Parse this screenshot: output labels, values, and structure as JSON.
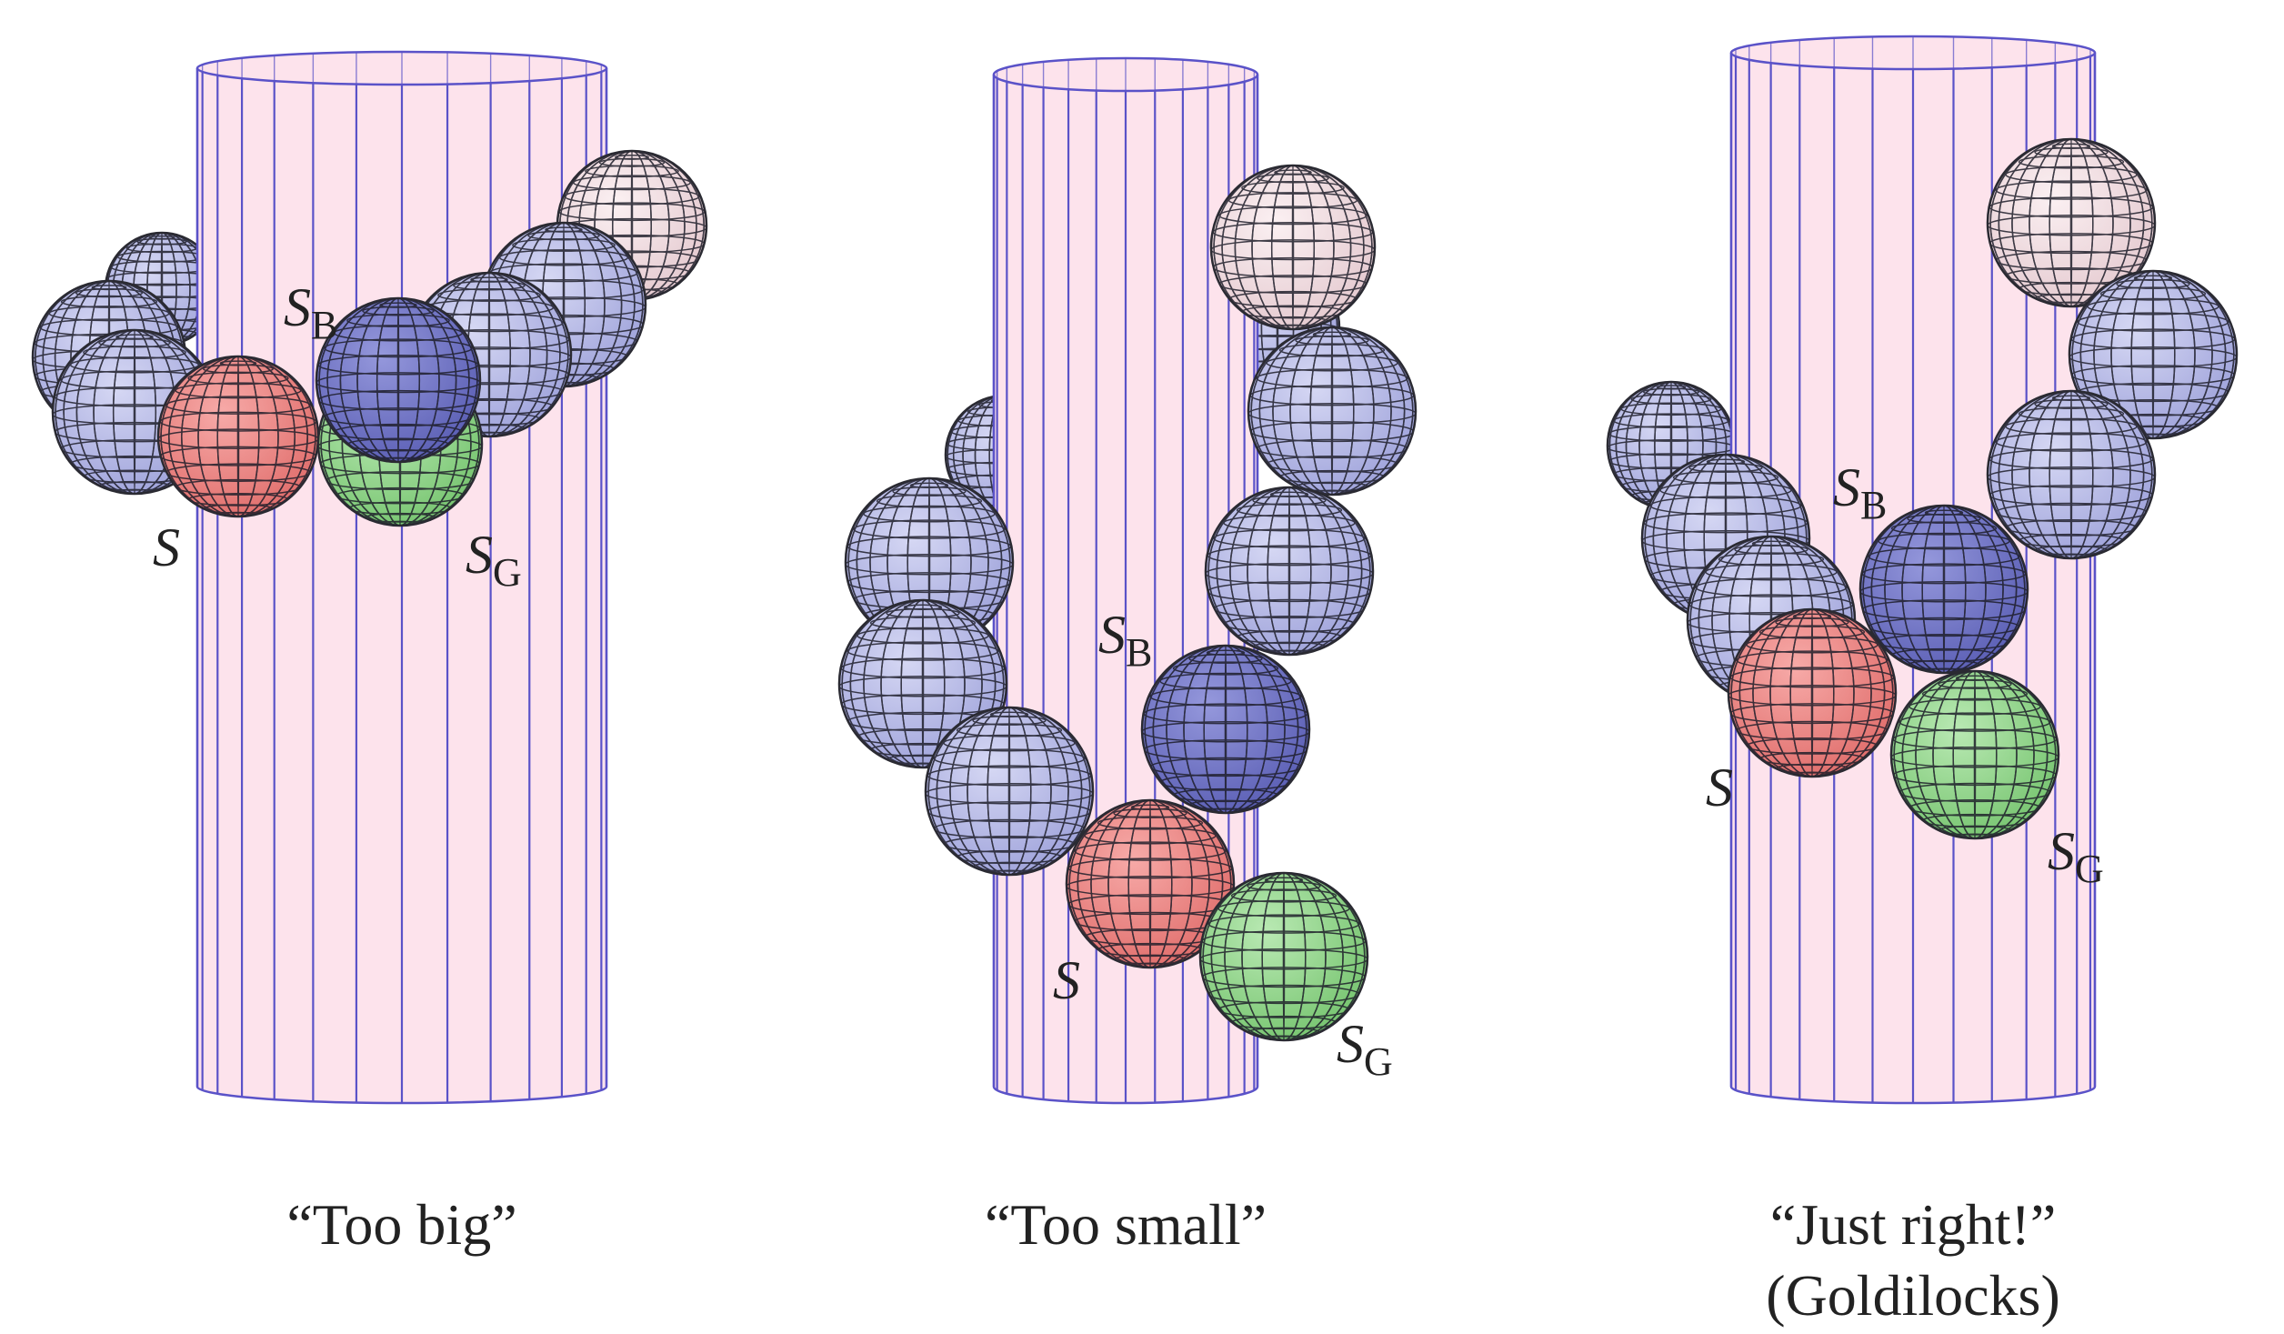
{
  "colors": {
    "cylinder_fill": "#fde3ec",
    "cylinder_line": "#5a52c8",
    "sphere_lavender": "#b3b6e4",
    "sphere_pink": "#f2dde1",
    "sphere_red": "#ee8a88",
    "sphere_blue": "#6f73c4",
    "sphere_green": "#95d68f",
    "mesh": "#1e1e2a"
  },
  "panels": [
    {
      "id": "too-big",
      "caption_lines": [
        "“Too big”"
      ],
      "labels": {
        "s": "S",
        "sb_main": "S",
        "sb_sub": "B",
        "sg_main": "S",
        "sg_sub": "G"
      }
    },
    {
      "id": "too-small",
      "caption_lines": [
        "“Too small”"
      ],
      "labels": {
        "s": "S",
        "sb_main": "S",
        "sb_sub": "B",
        "sg_main": "S",
        "sg_sub": "G"
      }
    },
    {
      "id": "just-right",
      "caption_lines": [
        "“Just right!”",
        "(Goldilocks)"
      ],
      "labels": {
        "s": "S",
        "sb_main": "S",
        "sb_sub": "B",
        "sg_main": "S",
        "sg_sub": "G"
      }
    }
  ]
}
